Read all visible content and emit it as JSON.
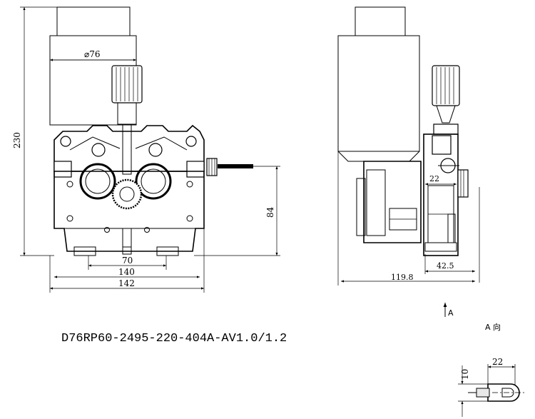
{
  "front_view": {
    "dims": {
      "motor_diameter": "⌀76",
      "height": "230",
      "shaft_height": "84",
      "bolt_spacing": "70",
      "base_width": "140",
      "overall_width": "142"
    }
  },
  "side_view": {
    "dims": {
      "inlet_offset": "22",
      "depth_small": "42.5",
      "overall_depth": "119.8"
    },
    "view_arrow": "A"
  },
  "view_a": {
    "title": "A 向",
    "dims": {
      "width": "22",
      "height": "10"
    }
  },
  "model_number": "D76RP60-2495-220-404A-AV1.0/1.2"
}
